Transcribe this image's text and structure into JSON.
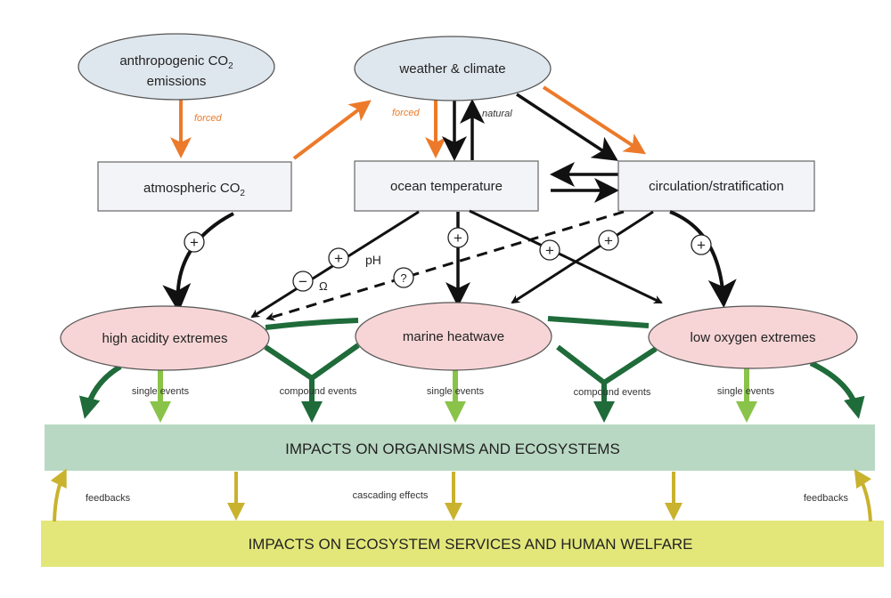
{
  "colors": {
    "driver_fill": "#dfe7ee",
    "box_fill": "#f3f4f8",
    "extreme_fill": "#f7d5d6",
    "forced": "#ec7a2a",
    "natural": "#111111",
    "compound": "#1f6b3a",
    "single": "#8ac34a",
    "impacts_organisms_fill": "#b9d8c3",
    "impacts_human_fill": "#e3e77a",
    "cascade": "#c9b22d"
  },
  "drivers": {
    "anthropogenic": {
      "line1": "anthropogenic CO",
      "sub": "2",
      "line2": "emissions"
    },
    "weather": {
      "label": "weather & climate"
    }
  },
  "boxes": {
    "atmospheric": {
      "label": "atmospheric CO",
      "sub": "2"
    },
    "ocean_temp": {
      "label": "ocean temperature"
    },
    "circulation": {
      "label": "circulation/stratification"
    }
  },
  "extremes": {
    "acidity": {
      "label": "high acidity extremes"
    },
    "heatwave": {
      "label": "marine heatwave"
    },
    "oxygen": {
      "label": "low oxygen extremes"
    }
  },
  "edge_labels": {
    "forced_1": "forced",
    "forced_2": "forced",
    "natural": "natural",
    "ph": "pH",
    "omega": "Ω",
    "plus": "+",
    "minus": "−",
    "question": "?"
  },
  "event_labels": {
    "single_1": "single events",
    "compound_1": "compound events",
    "single_2": "single events",
    "compound_2": "compound events",
    "single_3": "single events"
  },
  "impacts": {
    "organisms": "IMPACTS ON ORGANISMS AND ECOSYSTEMS",
    "human": "IMPACTS ON ECOSYSTEM SERVICES AND HUMAN WELFARE"
  },
  "bottom_labels": {
    "feedbacks_left": "feedbacks",
    "cascading": "cascading effects",
    "feedbacks_right": "feedbacks"
  }
}
